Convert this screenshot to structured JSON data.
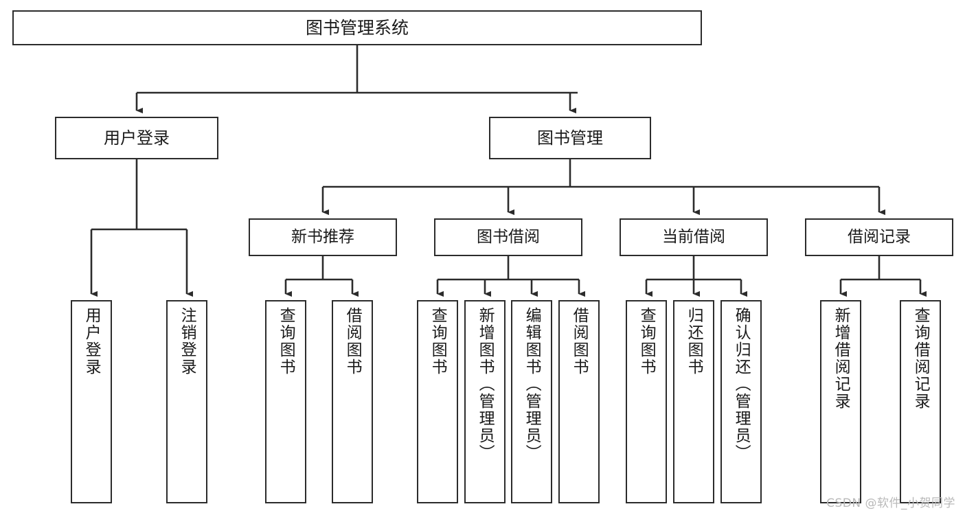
{
  "diagram": {
    "type": "tree",
    "title": "图书管理系统",
    "orientation": "top-down",
    "colors": {
      "box_border": "#2b2b2b",
      "box_fill": "#ffffff",
      "edge": "#2b2b2b",
      "text": "#1a1a1a",
      "watermark": "#b9b9b9",
      "background": "#ffffff"
    }
  },
  "root": {
    "label": "图书管理系统"
  },
  "level2": [
    {
      "label": "用户登录"
    },
    {
      "label": "图书管理"
    }
  ],
  "level3": [
    {
      "label": "新书推荐"
    },
    {
      "label": "图书借阅"
    },
    {
      "label": "当前借阅"
    },
    {
      "label": "借阅记录"
    }
  ],
  "leaves": {
    "user_login": [
      {
        "label": "用户登录"
      },
      {
        "label": "注销登录"
      }
    ],
    "new_book_recommend": [
      {
        "label": "查询图书"
      },
      {
        "label": "借阅图书"
      }
    ],
    "book_borrow": [
      {
        "label": "查询图书"
      },
      {
        "label": "新增图书（管理员）"
      },
      {
        "label": "编辑图书（管理员）"
      },
      {
        "label": "借阅图书"
      }
    ],
    "current_borrow": [
      {
        "label": "查询图书"
      },
      {
        "label": "归还图书"
      },
      {
        "label": "确认归还（管理员）"
      }
    ],
    "borrow_record": [
      {
        "label": "新增借阅记录"
      },
      {
        "label": "查询借阅记录"
      }
    ]
  },
  "watermark": {
    "text": "CSDN @软件_小贺同学"
  }
}
